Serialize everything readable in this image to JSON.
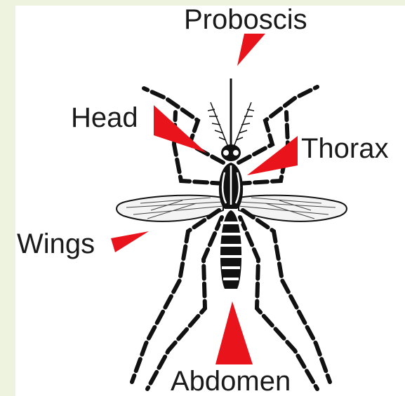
{
  "diagram": {
    "labels": {
      "proboscis": "Proboscis",
      "head": "Head",
      "thorax": "Thorax",
      "wings": "Wings",
      "abdomen": "Abdomen"
    },
    "colors": {
      "pointer": "#e8131b",
      "outline": "#111111",
      "background": "#eef3df",
      "panel": "#ffffff"
    }
  }
}
